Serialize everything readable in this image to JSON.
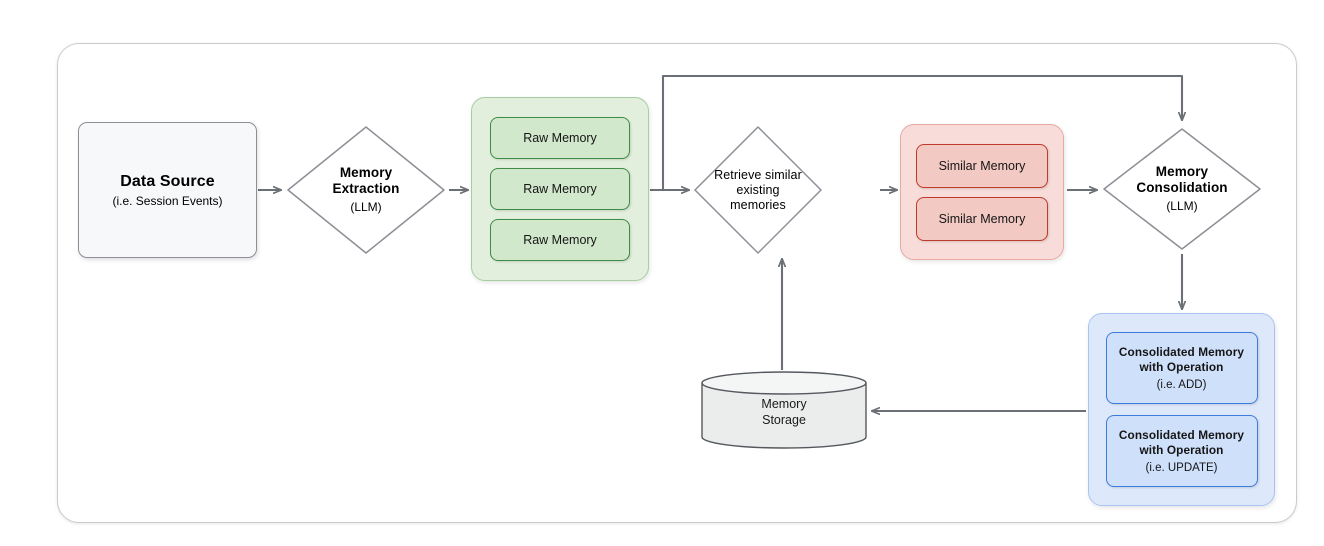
{
  "diagram": {
    "title": "Memory pipeline flow diagram",
    "colors": {
      "arrow": "#6b7076",
      "frame_border": "#c9cbcd",
      "green_fill": "#d2e8cc",
      "green_border": "#3f8c45",
      "green_group_fill": "#e3efdd",
      "red_fill": "#f3c9c4",
      "red_border": "#c0392b",
      "red_group_fill": "#f7dcd9",
      "blue_fill": "#cfe0fb",
      "blue_border": "#3b7ddd",
      "blue_group_fill": "#dee8fb",
      "neutral_fill": "#f7f8fa",
      "neutral_border": "#8c9096",
      "text": "#1a1a1a"
    },
    "nodes": {
      "data_source": {
        "title": "Data Source",
        "subtitle": "(i.e. Session Events)"
      },
      "memory_extraction": {
        "title_line1": "Memory",
        "title_line2": "Extraction",
        "subtitle": "(LLM)"
      },
      "raw_memory_group": {
        "items": [
          {
            "label": "Raw Memory"
          },
          {
            "label": "Raw Memory"
          },
          {
            "label": "Raw Memory"
          }
        ]
      },
      "retrieve_similar": {
        "line1": "Retrieve similar",
        "line2": "existing",
        "line3": "memories"
      },
      "similar_memory_group": {
        "items": [
          {
            "label": "Similar Memory"
          },
          {
            "label": "Similar Memory"
          }
        ]
      },
      "memory_consolidation": {
        "title_line1": "Memory",
        "title_line2": "Consolidation",
        "subtitle": "(LLM)"
      },
      "consolidated_group": {
        "items": [
          {
            "line1": "Consolidated Memory",
            "line2": "with Operation",
            "subtitle": "(i.e. ADD)"
          },
          {
            "line1": "Consolidated Memory",
            "line2": "with Operation",
            "subtitle": "(i.e. UPDATE)"
          }
        ]
      },
      "memory_storage": {
        "line1": "Memory",
        "line2": "Storage"
      }
    }
  }
}
